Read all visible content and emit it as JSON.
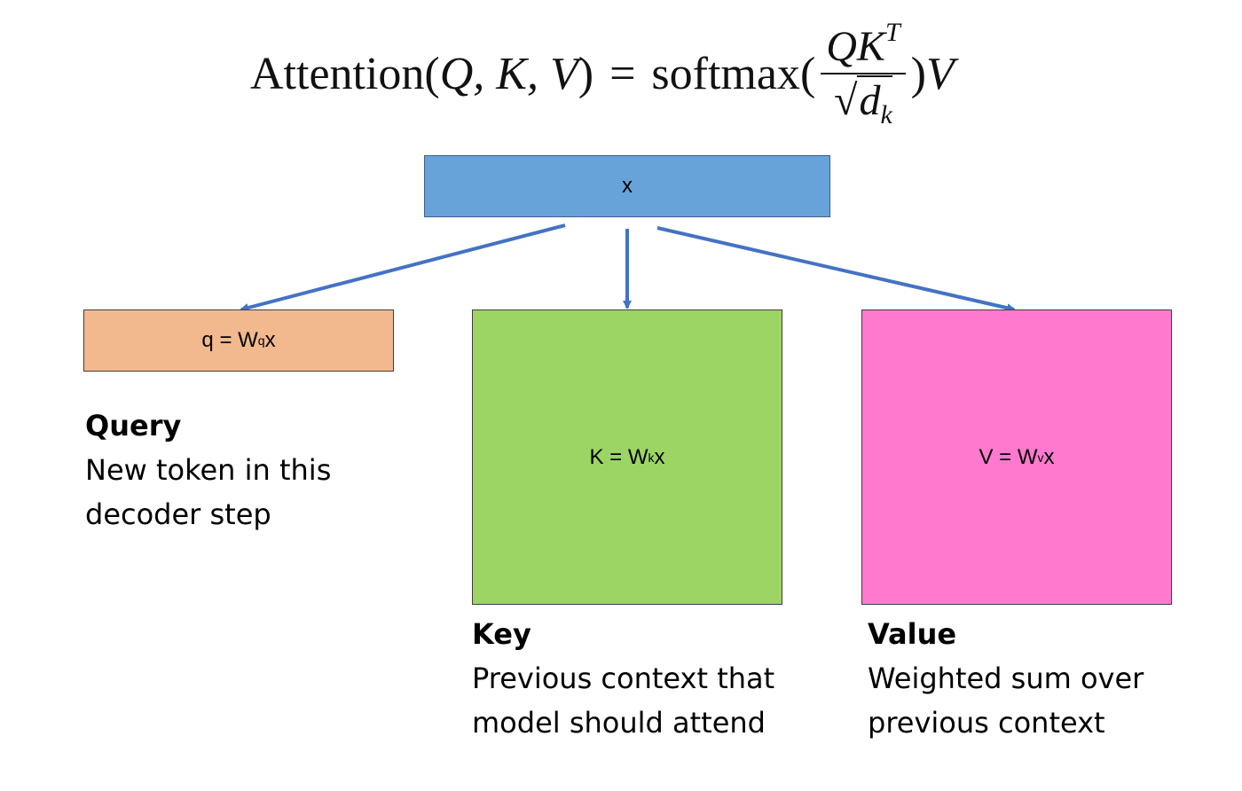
{
  "formula": {
    "lhs_name": "Attention",
    "lhs_args": "Q, K, V",
    "equals": "=",
    "func": "softmax",
    "numerator_base": "QK",
    "numerator_sup": "T",
    "denominator_base": "d",
    "denominator_sub": "k",
    "trailing": "V"
  },
  "input": {
    "label": "x"
  },
  "query": {
    "box_lhs": "q = W",
    "box_sub": "q",
    "box_rhs": "x",
    "title": "Query",
    "desc_line1": "New token in this",
    "desc_line2": "decoder step"
  },
  "key": {
    "box_lhs": "K = W",
    "box_sub": "k",
    "box_rhs": "x",
    "title": "Key",
    "desc_line1": "Previous context that",
    "desc_line2": "model should attend"
  },
  "value": {
    "box_lhs": "V = W",
    "box_sub": "v",
    "box_rhs": "x",
    "title": "Value",
    "desc_line1": "Weighted sum over",
    "desc_line2": "previous context"
  },
  "colors": {
    "input": "#67a3d9",
    "query": "#f3b98e",
    "key": "#9cd563",
    "value": "#ff79cf",
    "arrow": "#4472c4"
  }
}
